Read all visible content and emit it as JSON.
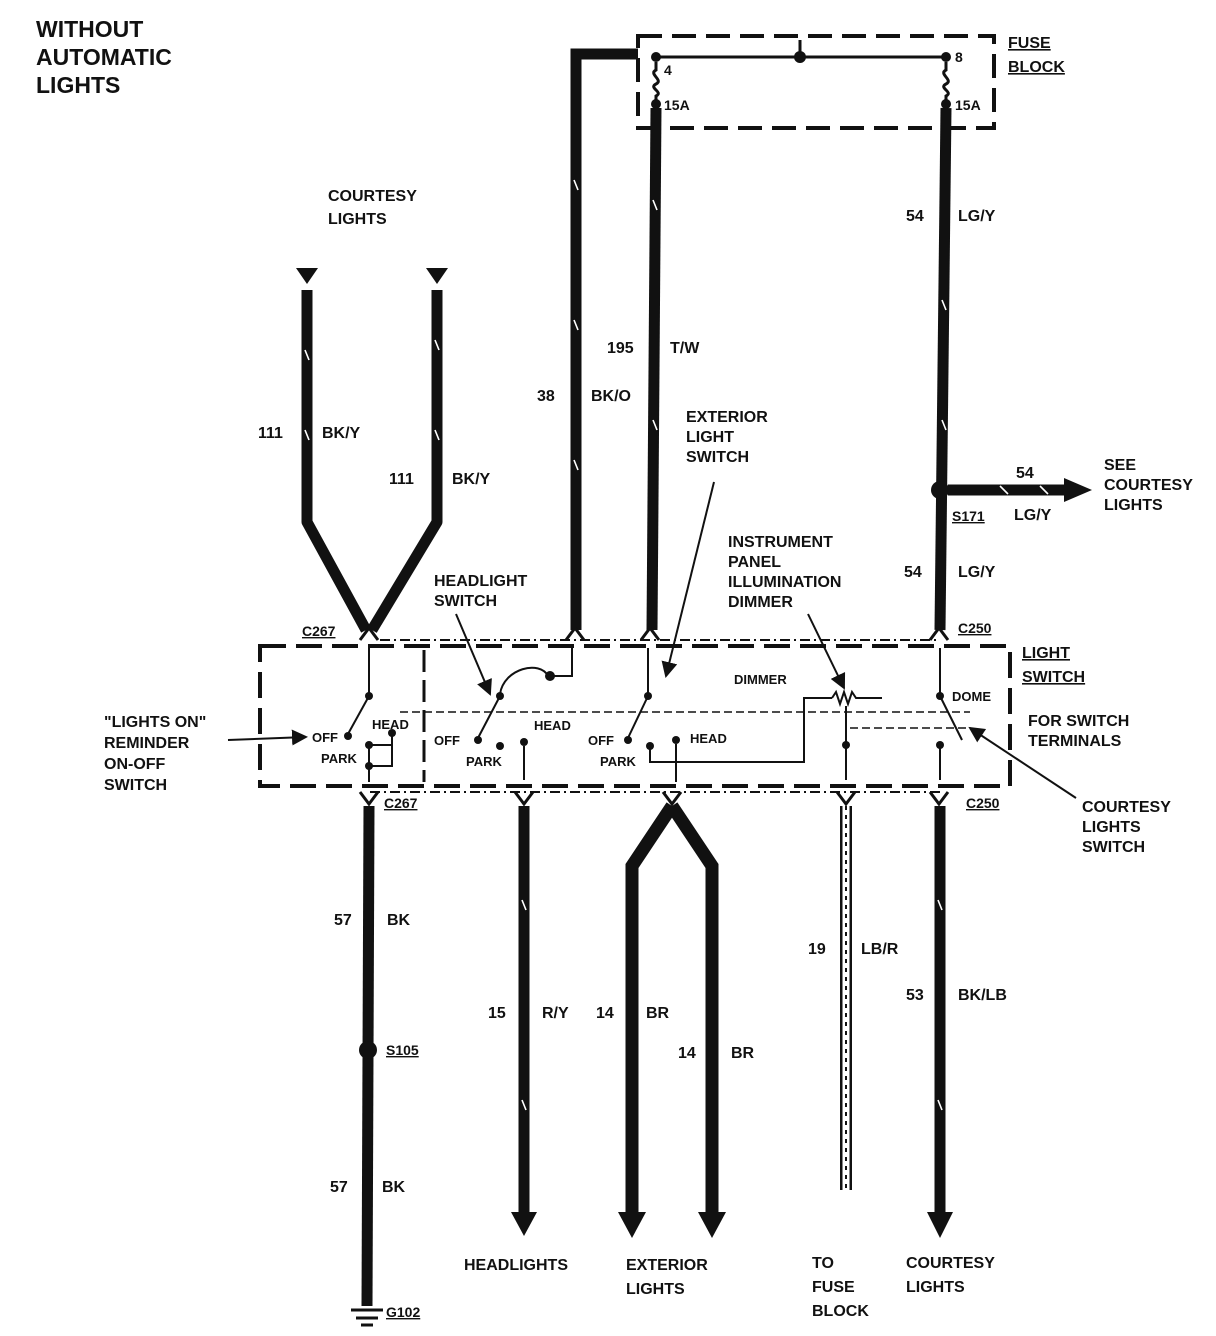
{
  "title": [
    "WITHOUT",
    "AUTOMATIC",
    "LIGHTS"
  ],
  "fuse_block": {
    "label": [
      "FUSE",
      "BLOCK"
    ],
    "fuses": [
      {
        "number": "4",
        "rating": "15A"
      },
      {
        "number": "8",
        "rating": "15A"
      }
    ]
  },
  "light_switch": {
    "label": [
      "LIGHT",
      "SWITCH"
    ],
    "inner": {
      "dimmer": "DIMMER",
      "dome": "DOME",
      "reminder": {
        "off": "OFF",
        "park": "PARK",
        "head": "HEAD"
      },
      "headlight": {
        "off": "OFF",
        "park": "PARK",
        "head": "HEAD"
      },
      "exterior": {
        "off": "OFF",
        "park": "PARK",
        "head": "HEAD"
      }
    }
  },
  "connectors": {
    "c267_top": "C267",
    "c267_bottom": "C267",
    "c250_top": "C250",
    "c250_bottom": "C250",
    "s171": "S171",
    "s105": "S105",
    "g102": "G102"
  },
  "callouts": {
    "courtesy_lights_top": [
      "COURTESY",
      "LIGHTS"
    ],
    "headlight_switch": [
      "HEADLIGHT",
      "SWITCH"
    ],
    "exterior_light_switch": [
      "EXTERIOR",
      "LIGHT",
      "SWITCH"
    ],
    "ip_dimmer": [
      "INSTRUMENT",
      "PANEL",
      "ILLUMINATION",
      "DIMMER"
    ],
    "see_courtesy": [
      "SEE",
      "COURTESY",
      "LIGHTS"
    ],
    "lights_on_reminder": [
      "\"LIGHTS ON\"",
      "REMINDER",
      "ON-OFF",
      "SWITCH"
    ],
    "for_switch_terminals": [
      "FOR SWITCH",
      "TERMINALS"
    ],
    "courtesy_lights_switch": [
      "COURTESY",
      "LIGHTS",
      "SWITCH"
    ]
  },
  "wires": {
    "w111_left": {
      "circuit": "111",
      "color": "BK/Y"
    },
    "w111_right": {
      "circuit": "111",
      "color": "BK/Y"
    },
    "w38": {
      "circuit": "38",
      "color": "BK/O"
    },
    "w195": {
      "circuit": "195",
      "color": "T/W"
    },
    "w54_top": {
      "circuit": "54",
      "color": "LG/Y"
    },
    "w54_branch": {
      "circuit": "54",
      "color": "LG/Y"
    },
    "w54_lower": {
      "circuit": "54",
      "color": "LG/Y"
    },
    "w57_upper": {
      "circuit": "57",
      "color": "BK"
    },
    "w57_lower": {
      "circuit": "57",
      "color": "BK"
    },
    "w15": {
      "circuit": "15",
      "color": "R/Y"
    },
    "w14_left": {
      "circuit": "14",
      "color": "BR"
    },
    "w14_right": {
      "circuit": "14",
      "color": "BR"
    },
    "w19": {
      "circuit": "19",
      "color": "LB/R"
    },
    "w53": {
      "circuit": "53",
      "color": "BK/LB"
    }
  },
  "destinations": {
    "headlights": [
      "HEADLIGHTS"
    ],
    "exterior_lights": [
      "EXTERIOR",
      "LIGHTS"
    ],
    "to_fuse_block": [
      "TO",
      "FUSE",
      "BLOCK"
    ],
    "courtesy_lights": [
      "COURTESY",
      "LIGHTS"
    ]
  }
}
